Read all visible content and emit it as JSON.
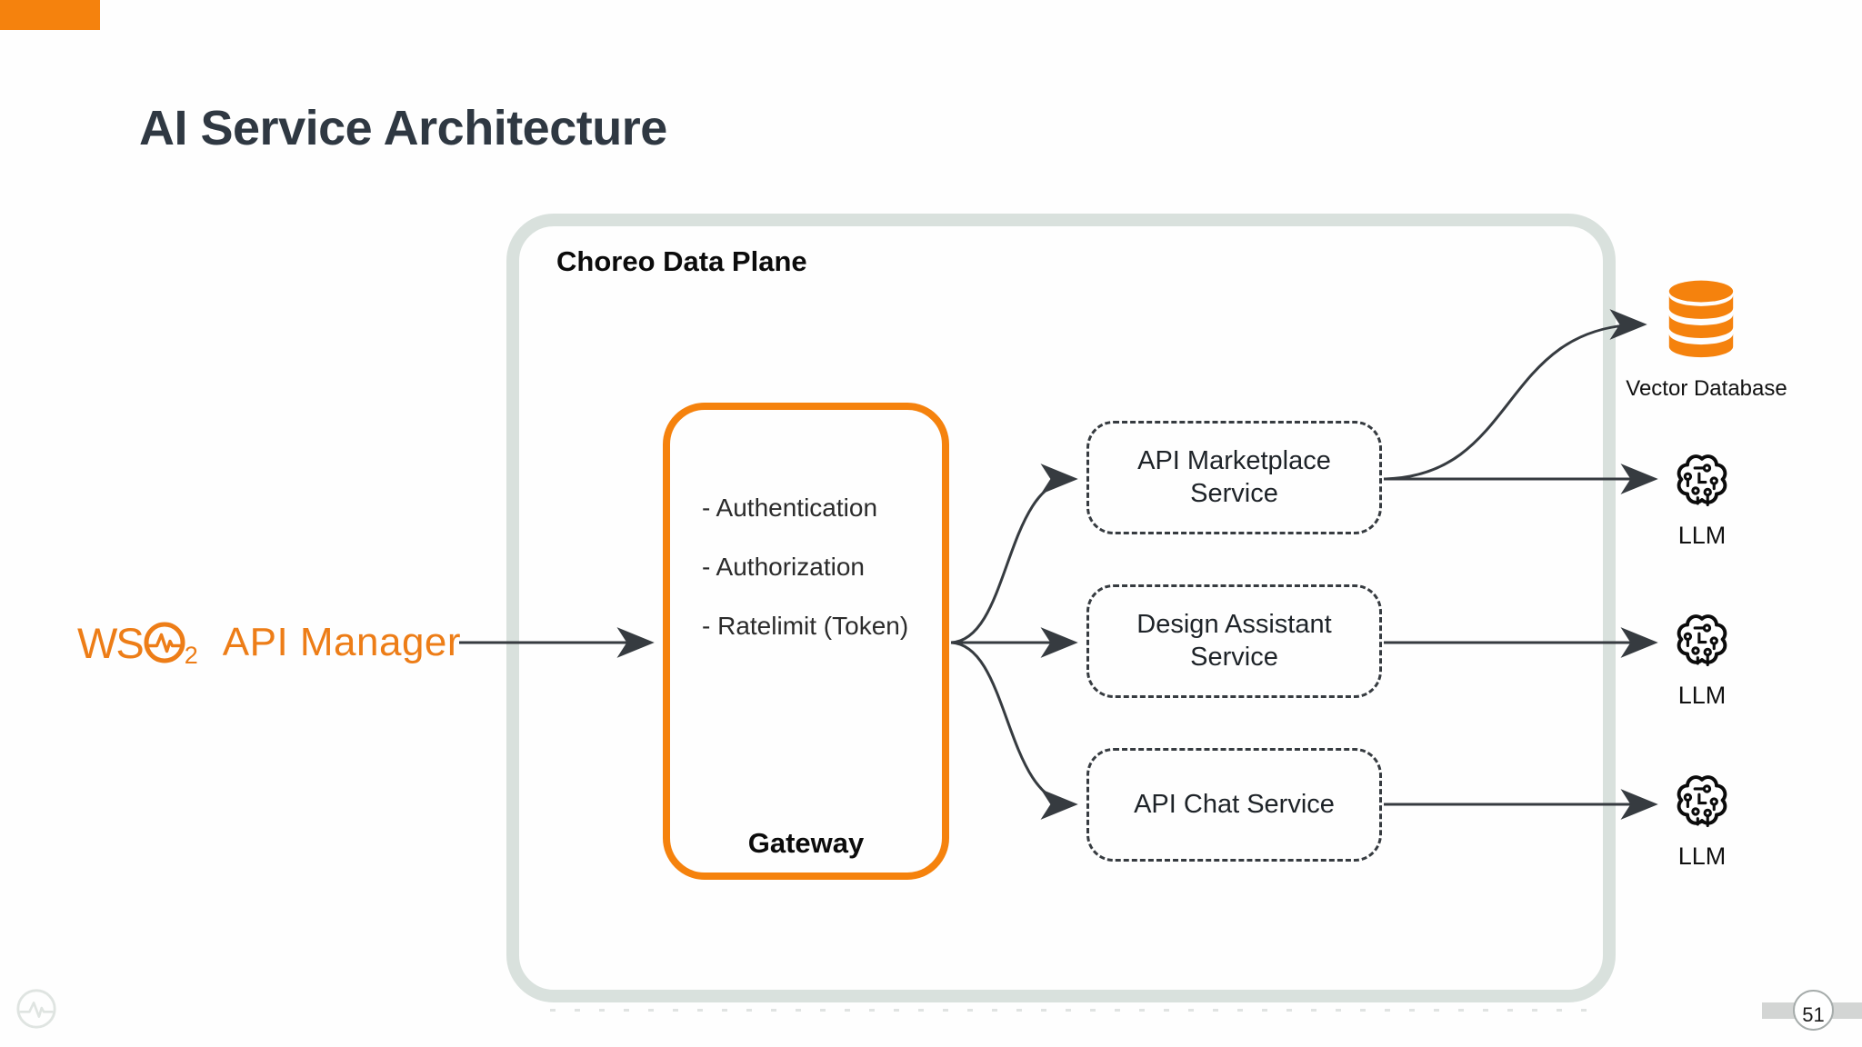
{
  "slide": {
    "title": "AI Service Architecture",
    "page_number": "51"
  },
  "logo": {
    "ws": "WS",
    "subscript": "2",
    "product": "API Manager"
  },
  "diagram": {
    "container_label": "Choreo Data Plane",
    "gateway": {
      "items": [
        "- Authentication",
        "- Authorization",
        "- Ratelimit (Token)"
      ],
      "label": "Gateway"
    },
    "services": [
      {
        "name": "API Marketplace Service"
      },
      {
        "name": "Design Assistant Service"
      },
      {
        "name": "API Chat Service"
      }
    ],
    "targets": [
      {
        "icon": "database-icon",
        "label": "Vector Database"
      },
      {
        "icon": "brain-icon",
        "label": "LLM"
      },
      {
        "icon": "brain-icon",
        "label": "LLM"
      },
      {
        "icon": "brain-icon",
        "label": "LLM"
      }
    ],
    "connections": [
      "wso2-api-manager -> gateway",
      "gateway -> api-marketplace-service",
      "gateway -> design-assistant-service",
      "gateway -> api-chat-service",
      "api-marketplace-service -> vector-database",
      "api-marketplace-service -> llm-1",
      "design-assistant-service -> llm-2",
      "api-chat-service -> llm-3"
    ]
  },
  "colors": {
    "accent_orange": "#F5820D",
    "logo_orange": "#ED7D17",
    "container_border": "#D9E1DD",
    "arrow": "#363B40",
    "title_text": "#2F3842",
    "footer_gray": "#DFE4E1"
  }
}
